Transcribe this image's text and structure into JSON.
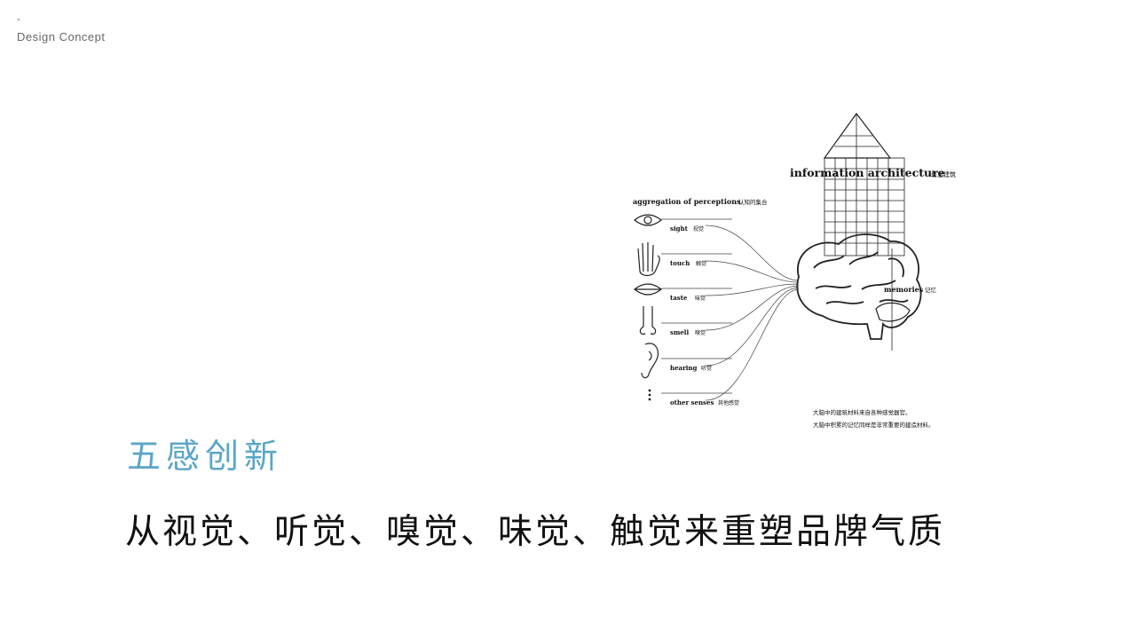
{
  "header": {
    "dash": "-",
    "section_label": "Design Concept"
  },
  "illustration": {
    "title_en": "information architecture",
    "title_cn": "信息建筑",
    "left_heading_en": "aggregation of perceptions",
    "left_heading_cn": "认知的集合",
    "senses": [
      {
        "en": "sight",
        "cn": "视觉",
        "icon": "eye-icon"
      },
      {
        "en": "touch",
        "cn": "触觉",
        "icon": "hand-icon"
      },
      {
        "en": "taste",
        "cn": "味觉",
        "icon": "mouth-icon"
      },
      {
        "en": "smell",
        "cn": "嗅觉",
        "icon": "nose-icon"
      },
      {
        "en": "hearing",
        "cn": "听觉",
        "icon": "ear-icon"
      },
      {
        "en": "other senses",
        "cn": "其他感觉",
        "icon": "ellipsis-icon"
      }
    ],
    "memories_en": "memories",
    "memories_cn": "记忆",
    "caption_line1": "大脑中的建筑材料来自各种感觉器官。",
    "caption_line2": "大脑中积累的记忆同样是非常重要的建造材料。"
  },
  "content": {
    "headline": "五感创新",
    "subline": "从视觉、听觉、嗅觉、味觉、触觉来重塑品牌气质"
  },
  "colors": {
    "accent": "#5aa6c8",
    "text": "#111111",
    "muted": "#666666"
  }
}
